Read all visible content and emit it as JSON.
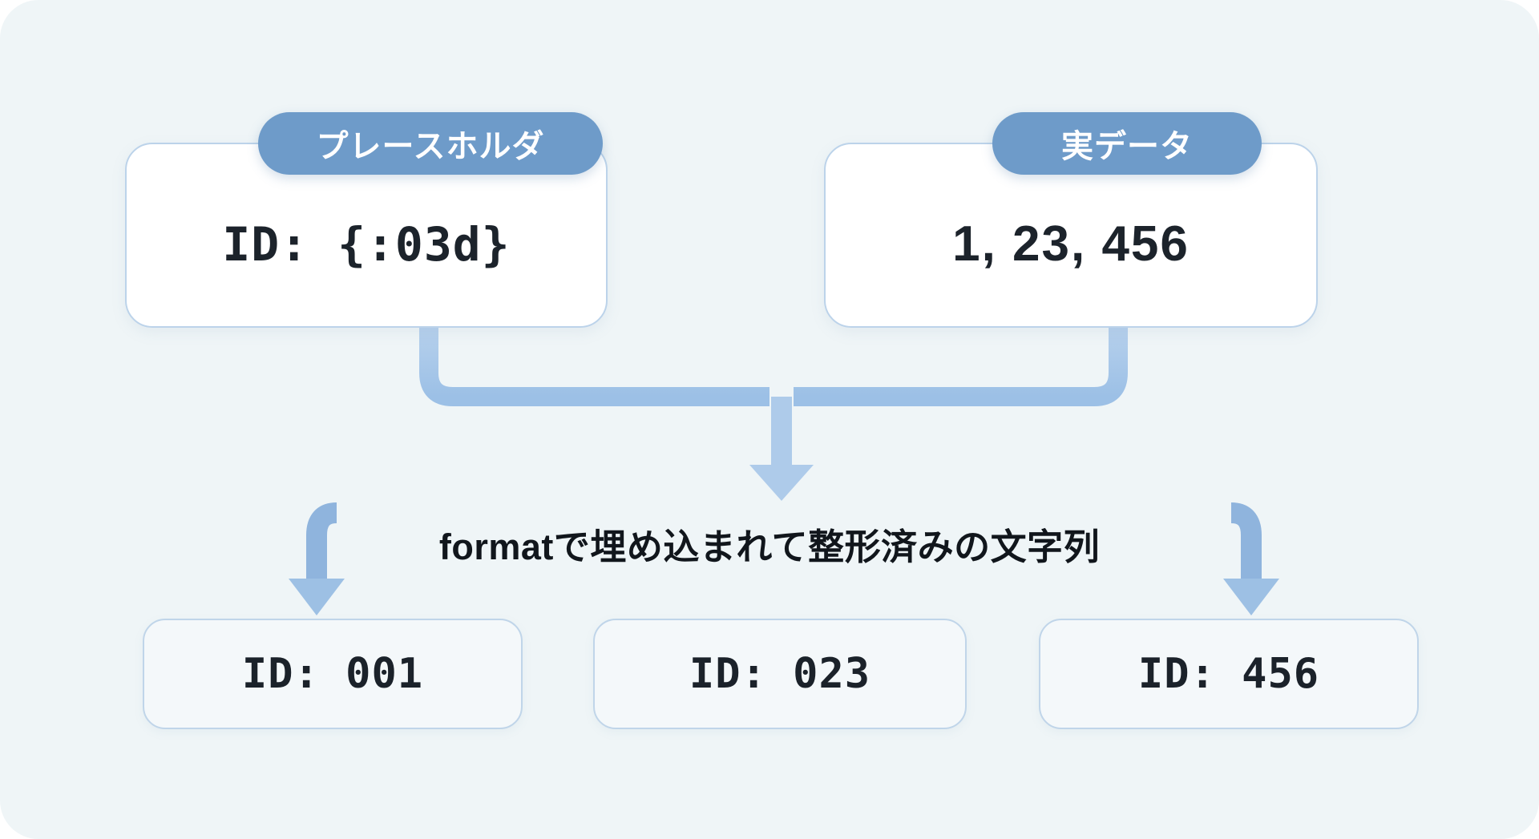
{
  "canvas": {
    "background": "#eff5f7",
    "outer_background": "#ffffff",
    "corner_radius": 48
  },
  "theme": {
    "pill_color": "#6e9bc9",
    "pill_text_color": "#ffffff",
    "card_border": "#bcd3ea",
    "card_fill": "#ffffff",
    "result_card_fill": "#f4f8fa",
    "result_card_border": "#c0d5e9",
    "connector_color": "#a9c8e8",
    "connector_color_dark": "#7fa8d4",
    "text_color": "#1c232b"
  },
  "sources": [
    {
      "id": "placeholder",
      "pill_label": "プレースホルダ",
      "value": "ID: {:03d}",
      "font": "mono"
    },
    {
      "id": "actual-data",
      "pill_label": "実データ",
      "value": "1, 23, 456",
      "font": "sans"
    }
  ],
  "caption": "formatで埋め込まれて整形済みの文字列",
  "results": [
    {
      "id": "result-001",
      "value": "ID: 001"
    },
    {
      "id": "result-023",
      "value": "ID: 023"
    },
    {
      "id": "result-456",
      "value": "ID: 456"
    }
  ],
  "connectors": {
    "merge_arrow": "down-arrow-icon",
    "branch_left_arrow": "down-arrow-icon",
    "branch_right_arrow": "down-arrow-icon"
  }
}
